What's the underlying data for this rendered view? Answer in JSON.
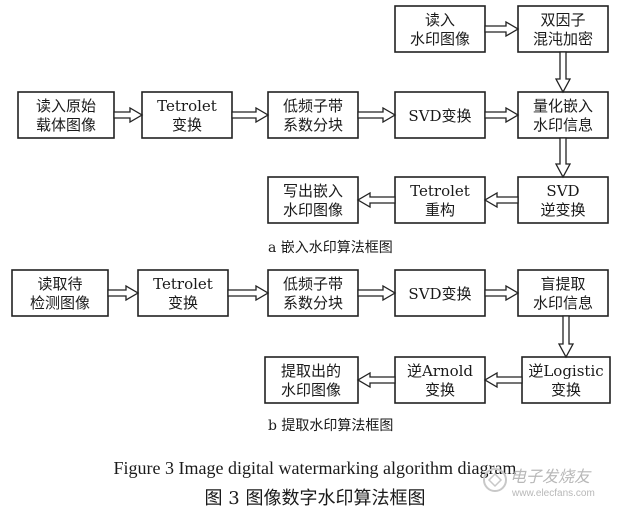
{
  "panel_a": {
    "boxes": {
      "read_watermark": [
        "读入",
        "水印图像"
      ],
      "dual_factor": [
        "双因子",
        "混沌加密"
      ],
      "read_original": [
        "读入原始",
        "载体图像"
      ],
      "tetrolet": [
        "Tetrolet",
        "变换"
      ],
      "lowfreq": [
        "低频子带",
        "系数分块"
      ],
      "svd": [
        "SVD变换"
      ],
      "quant_embed": [
        "量化嵌入",
        "水印信息"
      ],
      "inv_svd": [
        "SVD",
        "逆变换"
      ],
      "tetrolet_recon": [
        "Tetrolet",
        "重构"
      ],
      "write_out": [
        "写出嵌入",
        "水印图像"
      ]
    },
    "caption": "a  嵌入水印算法框图"
  },
  "panel_b": {
    "boxes": {
      "read_detect": [
        "读取待",
        "检测图像"
      ],
      "tetrolet": [
        "Tetrolet",
        "变换"
      ],
      "lowfreq": [
        "低频子带",
        "系数分块"
      ],
      "svd": [
        "SVD变换"
      ],
      "blind_extract": [
        "盲提取",
        "水印信息"
      ],
      "inv_logistic": [
        "逆Logistic",
        "变换"
      ],
      "inv_arnold": [
        "逆Arnold",
        "变换"
      ],
      "extracted": [
        "提取出的",
        "水印图像"
      ]
    },
    "caption": "b  提取水印算法框图"
  },
  "figure_caption_en": "Figure 3   Image digital watermarking algorithm diagram",
  "figure_caption_cn": "图 3    图像数字水印算法框图",
  "watermark": {
    "text": "电子发烧友",
    "url": "www.elecfans.com"
  }
}
